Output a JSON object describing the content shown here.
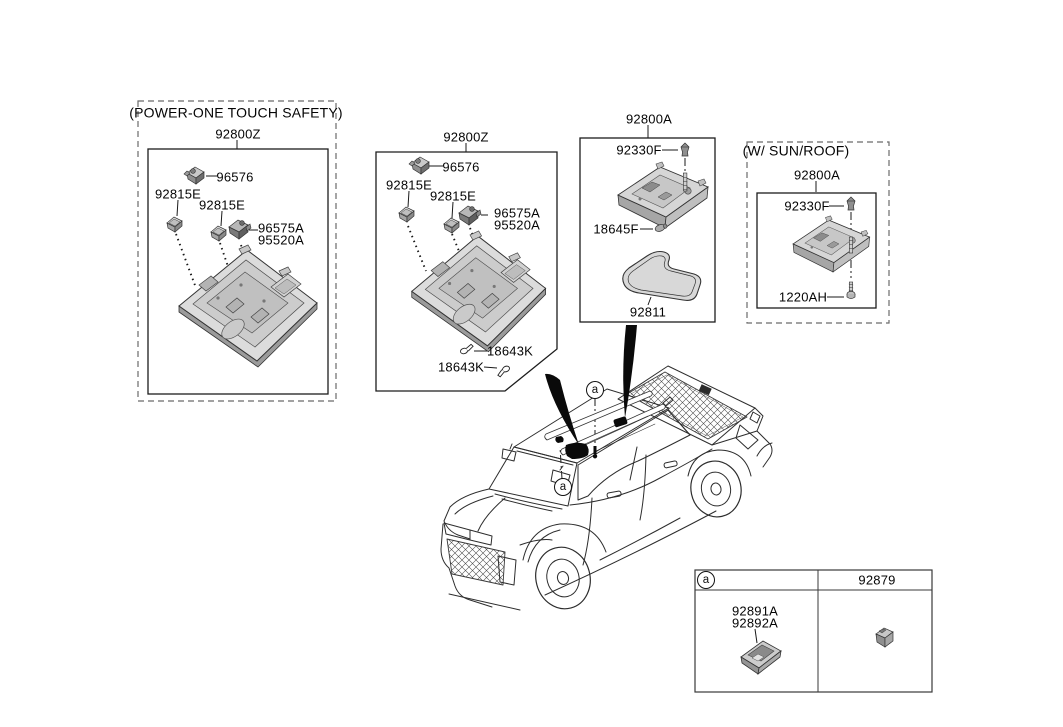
{
  "colors": {
    "background": "#ffffff",
    "line": "#2d2d2d",
    "part_fill_light": "#d6d6d6",
    "part_fill_mid": "#a8a8a8",
    "part_fill_dark": "#6f6f6f",
    "black_fill": "#0a0a0a"
  },
  "groups": {
    "power_one_touch": {
      "caption": "(POWER-ONE TOUCH SAFETY)",
      "assembly": "92800Z",
      "labels": {
        "switch_top": "96576",
        "switch_left": "92815E",
        "switch_mid": "92815E",
        "bracket_a": "96575A",
        "bracket_b": "95520A"
      }
    },
    "overhead_console": {
      "assembly": "92800Z",
      "labels": {
        "switch_top": "96576",
        "switch_left": "92815E",
        "switch_mid": "92815E",
        "bracket_a": "96575A",
        "bracket_b": "95520A",
        "bulb_1": "18643K",
        "bulb_2": "18643K"
      }
    },
    "room_lamp": {
      "assembly": "92800A",
      "labels": {
        "clip": "92330F",
        "bulb": "18645F",
        "lens": "92811"
      }
    },
    "sunroof": {
      "caption": "(W/ SUN/ROOF)",
      "assembly": "92800A",
      "labels": {
        "clip": "92330F",
        "screw": "1220AH"
      }
    }
  },
  "vehicle": {
    "callout_front": "a",
    "callout_rear": "a"
  },
  "ref_table": {
    "callout": "a",
    "col2_header": "92879",
    "map_lamp_line1": "92891A",
    "map_lamp_line2": "92892A"
  }
}
